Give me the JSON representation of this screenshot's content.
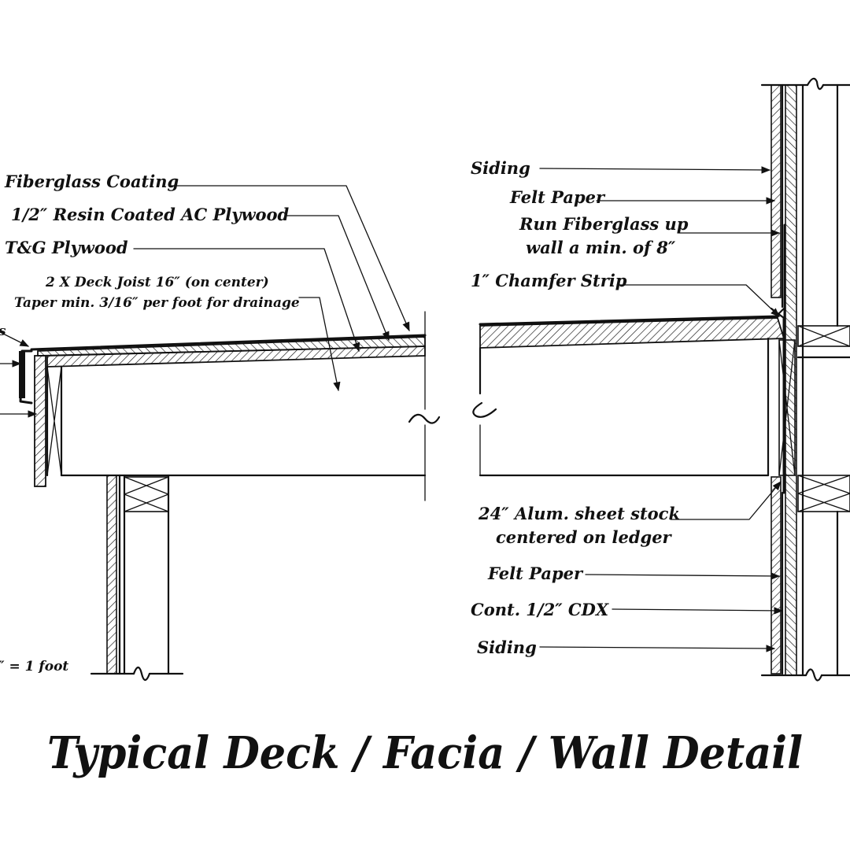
{
  "title": "Typical Deck / Facia / Wall Detail",
  "deck_labels": {
    "fiberglass_coating": "Fiberglass Coating",
    "resin_plywood": "1/2″ Resin Coated AC Plywood",
    "tg_plywood": "T&G Plywood",
    "deck_joist_1": "2 X Deck Joist 16″ (on center)",
    "deck_joist_2": "Taper min. 3/16″ per foot for drainage",
    "cut_edge_label": "s",
    "scale_note": "″ = 1 foot"
  },
  "wall_labels": {
    "siding_top": "Siding",
    "felt_paper_top": "Felt Paper",
    "run_fiberglass_1": "Run Fiberglass up",
    "run_fiberglass_2": "wall a min. of 8″",
    "chamfer_strip": "1″ Chamfer Strip",
    "alum_sheet_1": "24″ Alum. sheet stock",
    "alum_sheet_2": "centered on ledger",
    "felt_paper_bottom": "Felt Paper",
    "cdx": "Cont. 1/2″ CDX",
    "siding_bottom": "Siding"
  },
  "colors": {
    "ink": "#111111",
    "paper": "#ffffff"
  }
}
